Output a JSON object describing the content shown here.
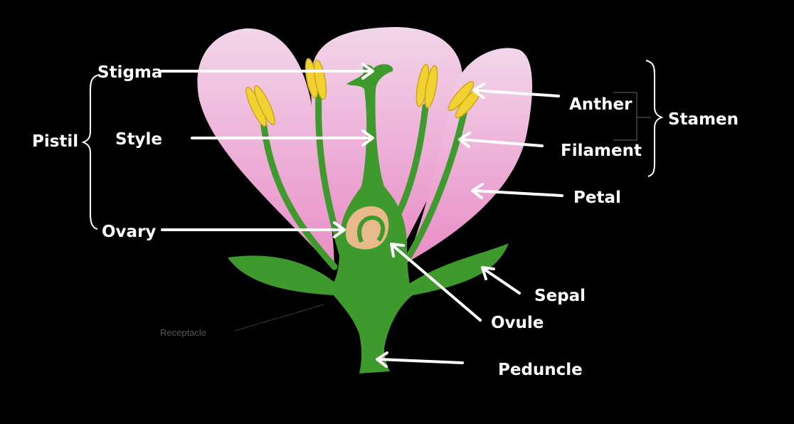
{
  "title": "Parts of a Flower",
  "labels": {
    "stigma": "Stigma",
    "style": "Style",
    "ovary": "Ovary",
    "pistil": "Pistil",
    "anther": "Anther",
    "filament": "Filament",
    "stamen": "Stamen",
    "petal": "Petal",
    "sepal": "Sepal",
    "ovule": "Ovule",
    "peduncle": "Peduncle",
    "receptacle": "Receptacle"
  },
  "colors": {
    "background": "#000000",
    "petal_top": "#f2d6ea",
    "petal_bottom": "#e98cc6",
    "green": "#3e9a2c",
    "anther": "#f2d233",
    "ovule": "#e8b98a",
    "label": "#ffffff"
  }
}
